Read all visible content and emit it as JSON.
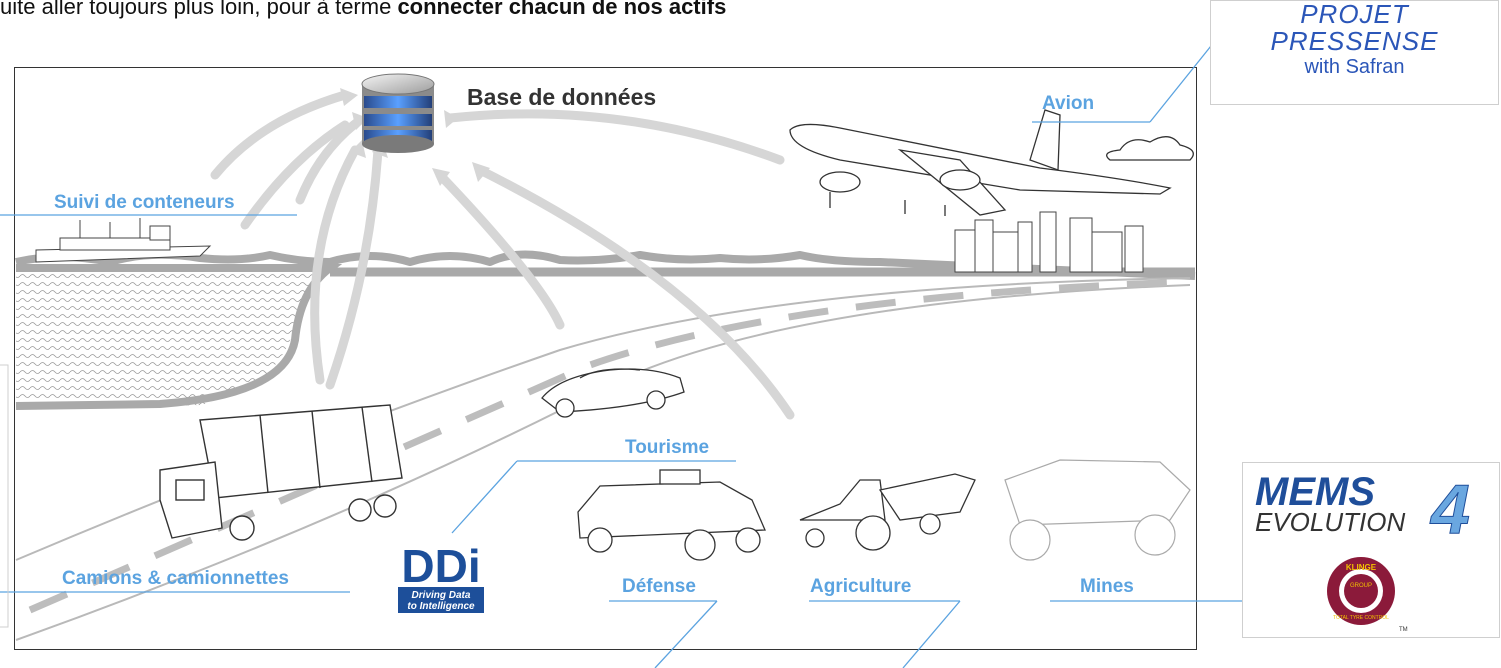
{
  "headline": {
    "normal": "uite aller toujours plus loin, pour à terme ",
    "bold": "connecter chacun de nos actifs"
  },
  "database": {
    "label": "Base de données",
    "icon": "database-icon"
  },
  "labels": {
    "avion": "Avion",
    "suivi": "Suivi de conteneurs",
    "tourisme": "Tourisme",
    "camions": "Camions & camionnettes",
    "defense": "Défense",
    "agriculture": "Agriculture",
    "mines": "Mines"
  },
  "projet": {
    "line1": "PROJET",
    "line2": "PRESSENSE",
    "line3": "with Safran"
  },
  "mems": {
    "line1": "MEMS",
    "line2": "EVOLUTION",
    "digit": "4",
    "klinge_top": "KLINGE",
    "klinge_mid": "GROUP",
    "klinge_bottom": "TOTAL TYRE CONTROL",
    "tm": "TM"
  },
  "ddi": {
    "letters": "DDi",
    "tagline1": "Driving Data",
    "tagline2": "to Intelligence"
  },
  "colors": {
    "label": "#5ba3e0",
    "arrow": "#d6d6d6",
    "road": "#b9b9b9",
    "ground": "#a9a9a9",
    "projet": "#2b56b8",
    "mems": "#1f4e9a",
    "klinge": "#8b1a3a"
  }
}
